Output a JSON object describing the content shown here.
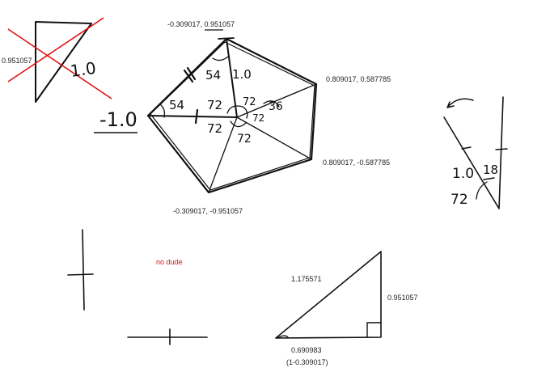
{
  "pentagon": {
    "v_top": "-0.309017, 0.951057",
    "v_upper_right": "0.809017, 0.587785",
    "v_lower_right": "0.809017, -0.587785",
    "v_bottom": "-0.309017, -0.951057",
    "left_length": "-1.0",
    "edge_length": "1.0",
    "angle_top": "54",
    "angle_left": "54",
    "angle_center_a": "72",
    "angle_center_b": "72",
    "angle_center_c": "72",
    "angle_center_d": "72",
    "angle_center_e": "72",
    "angle_right_small": "36"
  },
  "crossed_triangle": {
    "height_label": "0.951057",
    "hyp_label": "1.0"
  },
  "tilted_sketch": {
    "length_label": "1.0",
    "angle_a": "18",
    "angle_b": "72"
  },
  "note": "no dude",
  "right_triangle": {
    "hypotenuse": "1.175571",
    "height": "0.951057",
    "base": "0.690983",
    "base_formula": "(1-0.309017)"
  },
  "colors": {
    "ink": "#111111",
    "cross": "#e01010",
    "note": "#e01010"
  }
}
